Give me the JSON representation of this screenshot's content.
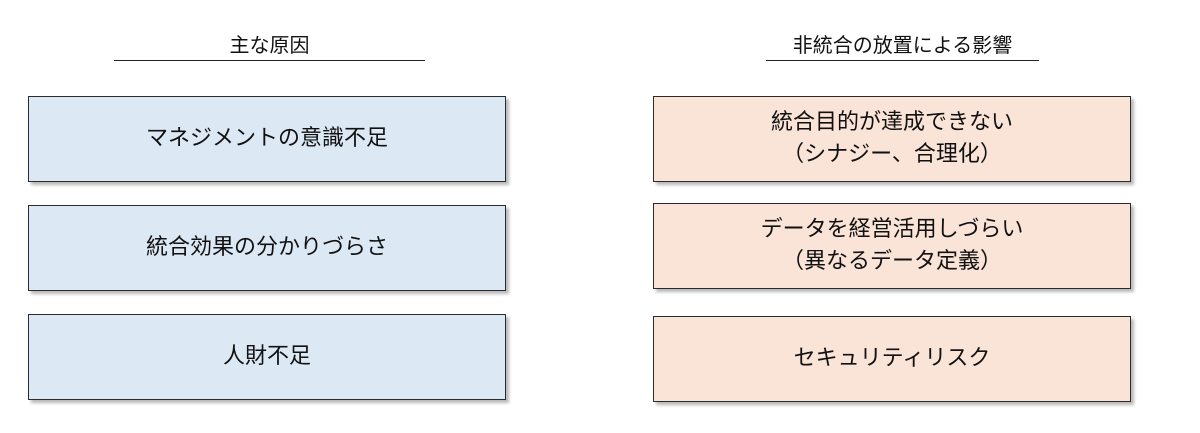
{
  "left_column": {
    "header": "主な原因",
    "items": [
      {
        "line1": "マネジメントの意識不足"
      },
      {
        "line1": "統合効果の分かりづらさ"
      },
      {
        "line1": "人財不足"
      }
    ]
  },
  "right_column": {
    "header": "非統合の放置による影響",
    "items": [
      {
        "line1": "統合目的が達成できない",
        "line2": "（シナジー、合理化）"
      },
      {
        "line1": "データを経営活用しづらい",
        "line2": "（異なるデータ定義）"
      },
      {
        "line1": "セキュリティリスク"
      }
    ]
  },
  "colors": {
    "cause_fill": "#dde8f5",
    "impact_fill": "#fae3d7",
    "border": "#2b2b2b"
  }
}
